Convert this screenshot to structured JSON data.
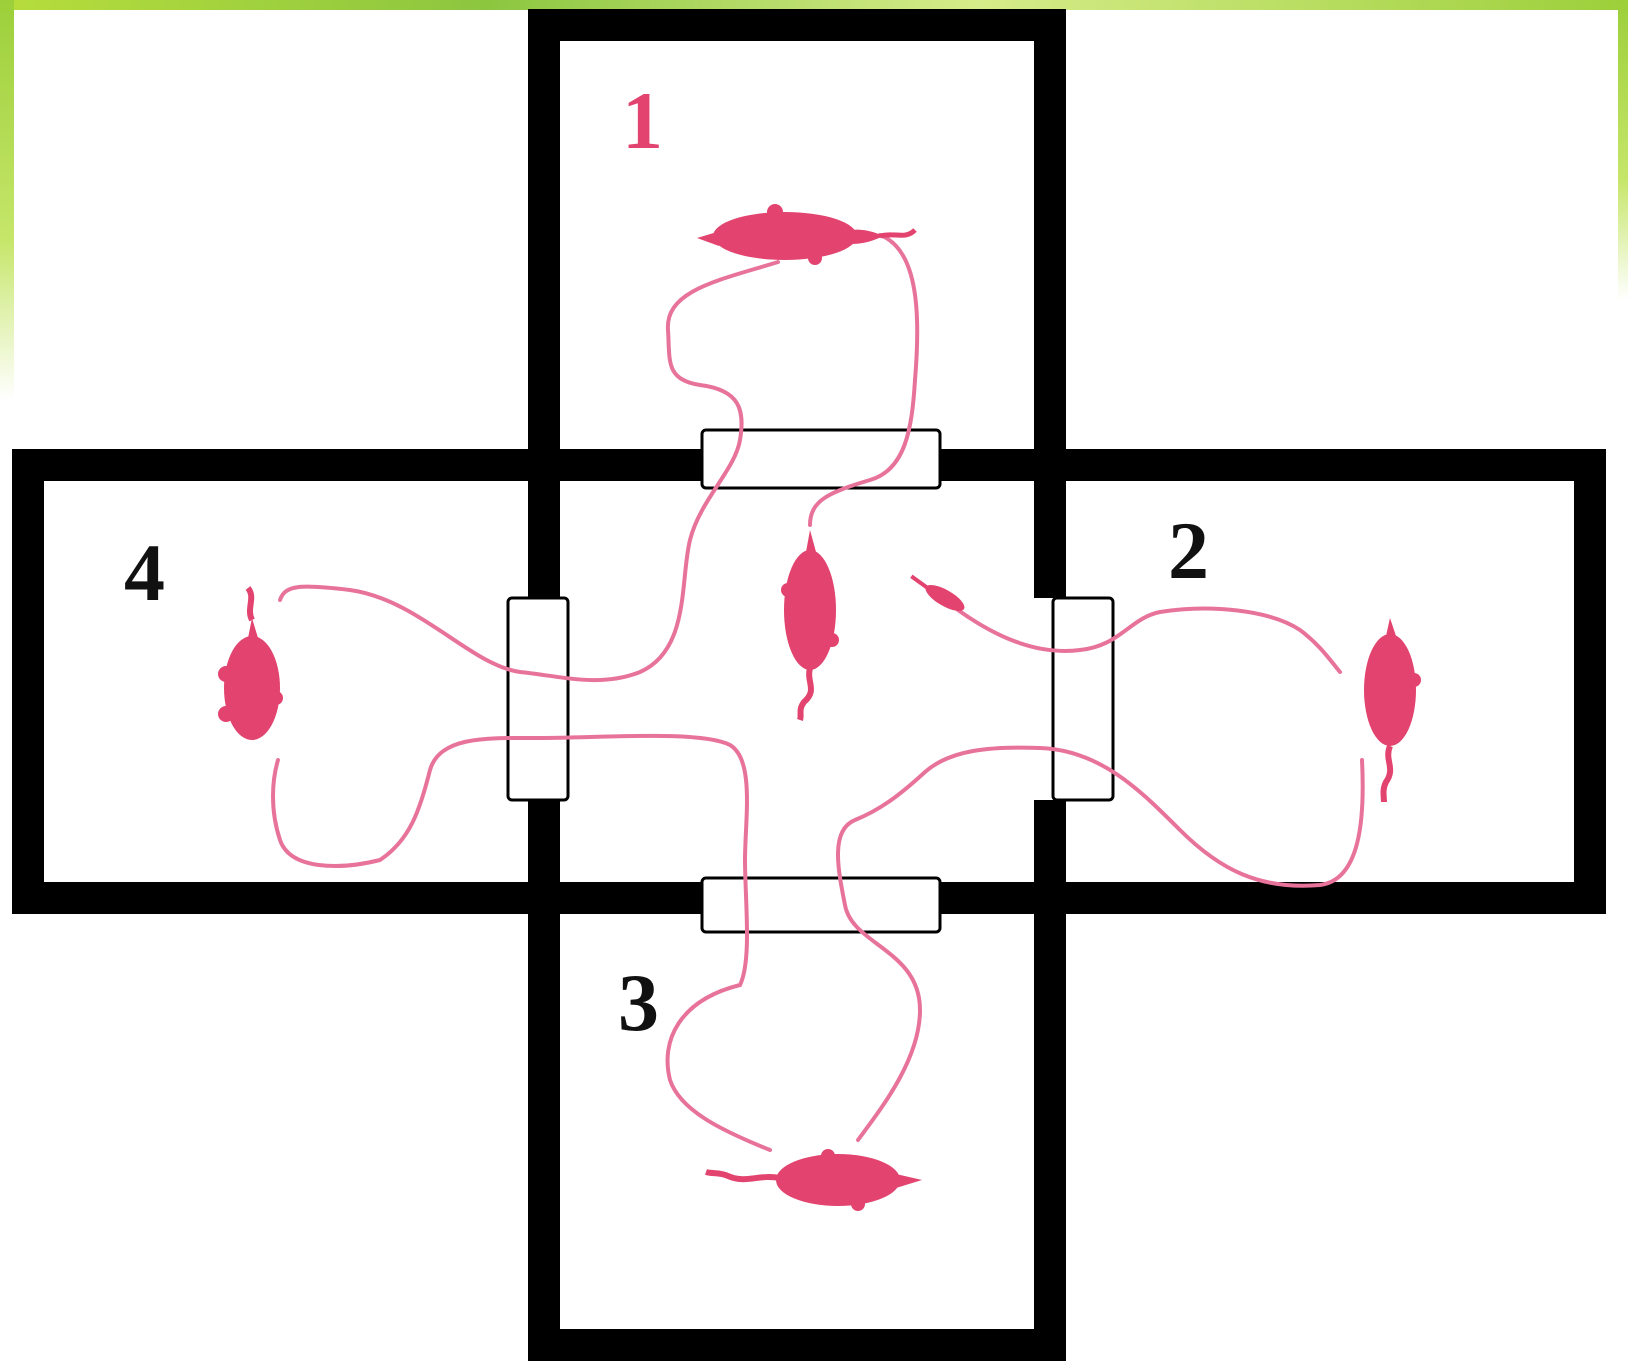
{
  "diagram": {
    "colors": {
      "wall": "#000000",
      "background": "#ffffff",
      "path": "#e8739a",
      "mouse": "#e2436f",
      "label_pink": "#e2436f",
      "label_black": "#111111",
      "accent_green": "#9ccf3a"
    },
    "labels": {
      "arm_1": "1",
      "arm_2": "2",
      "arm_3": "3",
      "arm_4": "4"
    },
    "icons": [
      "mouse-icon",
      "mouse-icon",
      "mouse-icon",
      "mouse-icon",
      "mouse-icon",
      "mouse-icon"
    ]
  }
}
